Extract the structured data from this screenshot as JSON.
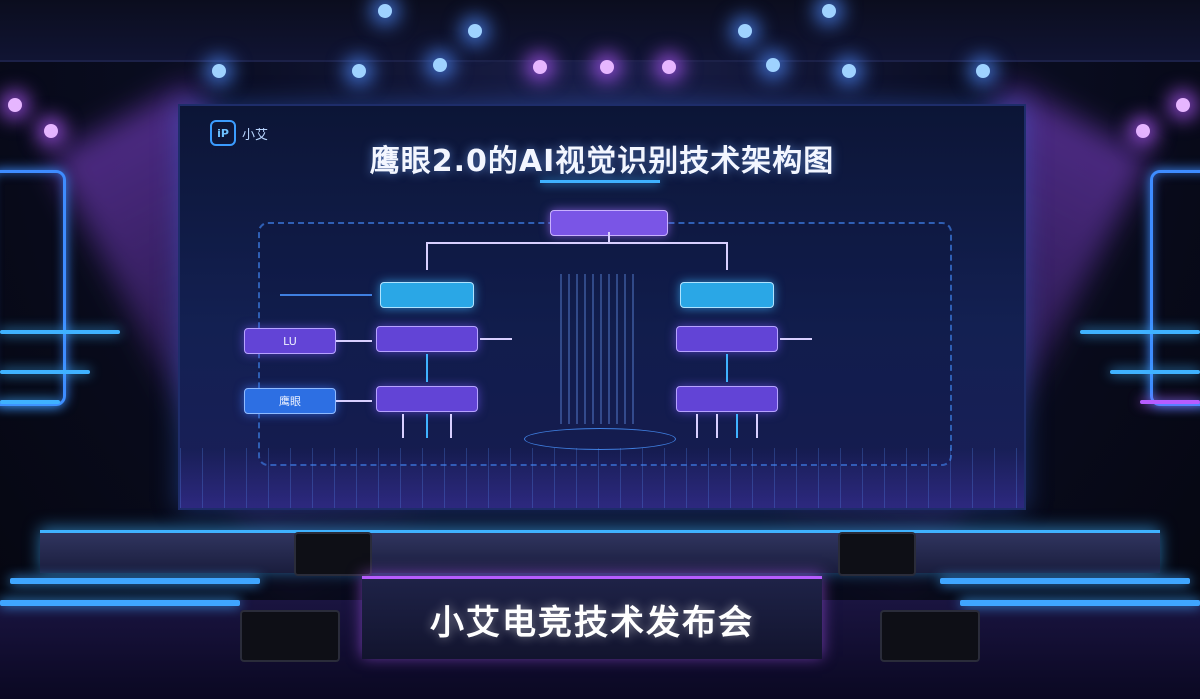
{
  "screen": {
    "logo_mark": "iP",
    "logo_text": "小艾",
    "title": "鹰眼2.0的AI视觉识别技术架构图"
  },
  "diagram": {
    "left_input_1": "LU",
    "left_input_2": "鹰眼",
    "colors": {
      "accent_blue": "#3fb2ff",
      "accent_purple": "#b65cff"
    }
  },
  "podium": {
    "text": "小艾电竞技术发布会"
  }
}
